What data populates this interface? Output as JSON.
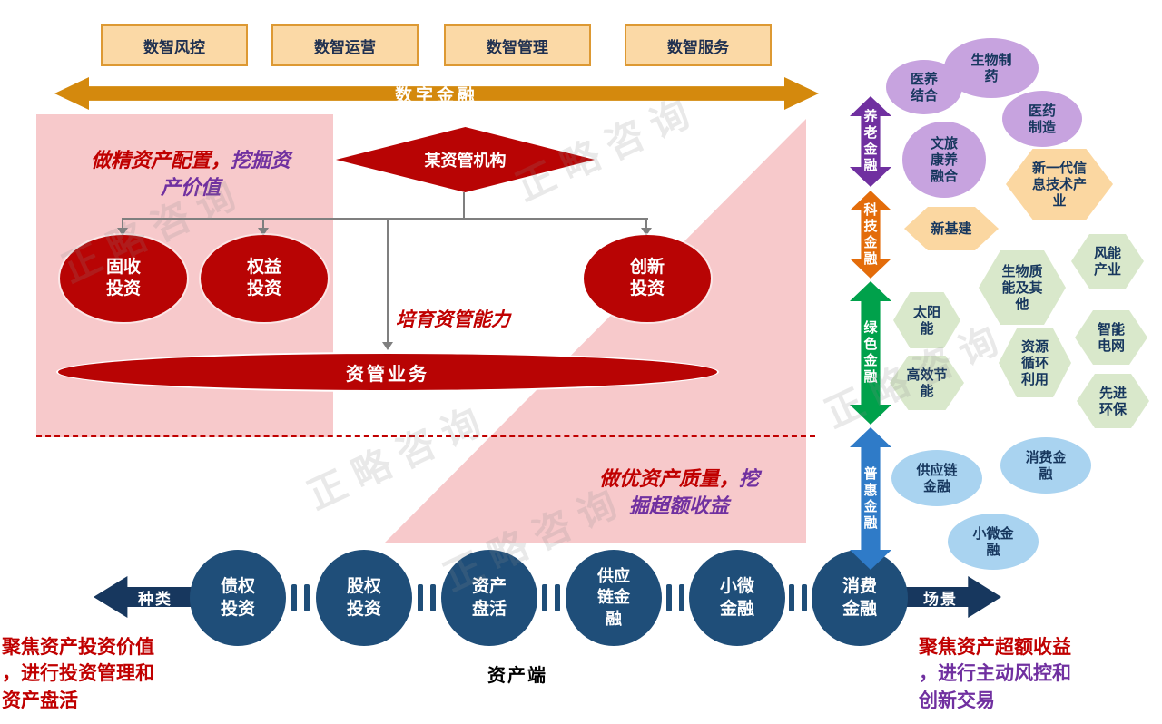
{
  "watermark": {
    "text": "正略咨询"
  },
  "colors": {
    "dark_red": "#B80404",
    "pink": "#F7C9CB",
    "gold_arrow": "#D4890D",
    "navy_circle": "#1F4E79",
    "pension_purple": "#7030A0",
    "tech_orange": "#E36C0A",
    "green": "#00A14B",
    "inclusive_blue": "#2F7BC8"
  },
  "top": {
    "boxes": [
      {
        "label": "数智风控"
      },
      {
        "label": "数智运营"
      },
      {
        "label": "数智管理"
      },
      {
        "label": "数智服务"
      }
    ],
    "arrow_label": "数字金融"
  },
  "center": {
    "org": "某资管机构",
    "note_top": {
      "red": "做精资产配置，",
      "purple": "挖掘资\n产价值"
    },
    "ellipses": [
      {
        "label": "固收\n投资"
      },
      {
        "label": "权益\n投资"
      },
      {
        "label": "创新\n投资"
      }
    ],
    "cultivate": "培育资管能力",
    "asset_mgmt": "资管业务",
    "note_bottom": {
      "red": "做优资产质量，",
      "purple": "挖\n掘超额收益"
    }
  },
  "finance_arrows": [
    {
      "label": "养老金融",
      "color": "#7030A0"
    },
    {
      "label": "科技金融",
      "color": "#E36C0A"
    },
    {
      "label": "绿色金融",
      "color": "#00A14B"
    },
    {
      "label": "普惠金融",
      "color": "#2F7BC8"
    }
  ],
  "bubbles": {
    "pension": [
      {
        "label": "生物制\n药"
      },
      {
        "label": "医养\n结合"
      },
      {
        "label": "医药\n制造"
      },
      {
        "label": "文旅\n康养\n融合"
      }
    ],
    "tech": [
      {
        "label": "新一代信\n息技术产\n业"
      },
      {
        "label": "新基建"
      }
    ],
    "green": [
      {
        "label": "生物质\n能及其\n他"
      },
      {
        "label": "风能\n产业"
      },
      {
        "label": "太阳\n能"
      },
      {
        "label": "智能\n电网"
      },
      {
        "label": "资源\n循环\n利用"
      },
      {
        "label": "高效节\n能"
      },
      {
        "label": "先进\n环保"
      }
    ],
    "inclusive": [
      {
        "label": "供应链\n金融"
      },
      {
        "label": "消费金\n融"
      },
      {
        "label": "小微金\n融"
      }
    ]
  },
  "bottom": {
    "left_arrow_label": "种类",
    "right_arrow_label": "场景",
    "circles": [
      {
        "label": "债权\n投资"
      },
      {
        "label": "股权\n投资"
      },
      {
        "label": "资产\n盘活"
      },
      {
        "label": "供应\n链金\n融"
      },
      {
        "label": "小微\n金融"
      },
      {
        "label": "消费\n金融"
      }
    ],
    "caption": "资产端",
    "note_left": "聚焦资产投资价值\n，进行投资管理和\n资产盘活",
    "note_right": {
      "red": "聚焦资产超额收益\n",
      "purple": "，进行主动风控和\n创新交易"
    }
  }
}
